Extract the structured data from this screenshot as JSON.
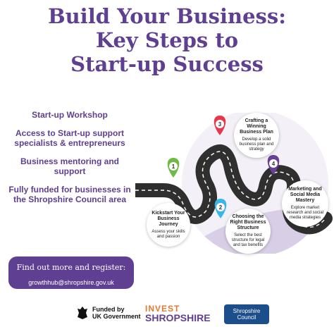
{
  "title": {
    "line1": "Build Your Business:",
    "line2": "Key Steps to",
    "line3": "Start-up Success"
  },
  "bullets": [
    "Start-up Workshop",
    "Access to Start-up support specialists & entrepreneurs",
    "Business mentoring and support",
    "Fully funded for businesses in the Shropshire Council area"
  ],
  "cta": {
    "heading": "Find out more and register:",
    "email": "growthhub@shropshire.gov.uk"
  },
  "steps": [
    {
      "number": "1",
      "title": "Kickstart Your Business Journey",
      "desc": "Assess your skills and passion",
      "color": "#6dbb44"
    },
    {
      "number": "2",
      "title": "Choosing the Right Business Structure",
      "desc": "Select the best structure for legal and tax benefits",
      "color": "#38b6e8"
    },
    {
      "number": "3",
      "title": "Crafting a Winning Business Plan",
      "desc": "Develop a solid business plan and strategy",
      "color": "#e8374b"
    },
    {
      "number": "4",
      "title": "Marketing and Social Media Mastery",
      "desc": "Explore market research and social media strategies",
      "color": "#6a3f98"
    }
  ],
  "footer": {
    "gov_line1": "Funded by",
    "gov_line2": "UK Government",
    "invest_line1": "INVEST",
    "invest_line2": "SHROPSHIRE",
    "council_line1": "Shropshire",
    "council_line2": "Council"
  },
  "colors": {
    "brand_purple": "#5f3f91",
    "road": "#2f2f2f",
    "accent_orange": "#e07a30",
    "council_blue": "#1b4e8a"
  }
}
